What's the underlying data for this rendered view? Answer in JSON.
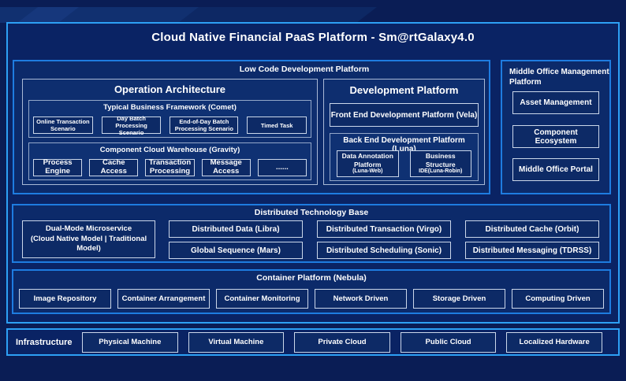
{
  "colors": {
    "background": "#0a1d55",
    "frame_border": "#2da0f5",
    "section_border": "#1e7ce0",
    "inner_border": "#a9b9d6",
    "leaf_border": "#cbd7ea",
    "panel_fill": "#0c2a6a",
    "text": "#ffffff"
  },
  "header": {
    "title": "Cloud Native Financial PaaS Platform - Sm@rtGalaxy4.0"
  },
  "low_code": {
    "title": "Low Code Development Platform",
    "operation_architecture": {
      "title": "Operation Architecture",
      "comet": {
        "title": "Typical Business Framework (Comet)",
        "items": [
          {
            "lines": [
              "Online Transaction",
              "Scenario"
            ]
          },
          {
            "lines": [
              "Day Batch Processing",
              "Scenario"
            ]
          },
          {
            "lines": [
              "End-of-Day Batch",
              "Processing Scenario"
            ]
          },
          {
            "lines": [
              "Timed Task"
            ]
          }
        ]
      },
      "gravity": {
        "title": "Component Cloud Warehouse (Gravity)",
        "items": [
          {
            "lines": [
              "Process",
              "Engine"
            ]
          },
          {
            "lines": [
              "Cache",
              "Access"
            ]
          },
          {
            "lines": [
              "Transaction",
              "Processing"
            ]
          },
          {
            "lines": [
              "Message",
              "Access"
            ]
          },
          {
            "lines": [
              "......"
            ]
          }
        ]
      }
    },
    "development_platform": {
      "title": "Development Platform",
      "front_end": {
        "label": "Front End Development Platform (Vela)"
      },
      "back_end": {
        "title": "Back End Development Platform (Luna)",
        "items": [
          {
            "lines": [
              "Data Annotation",
              "Platform"
            ],
            "sub": "(Luna-Web)"
          },
          {
            "lines": [
              "Business",
              "Structure"
            ],
            "sub": "IDE(Luna-Robin)"
          }
        ]
      }
    }
  },
  "middle_office": {
    "title_lines": [
      "Middle Office Management",
      "Platform"
    ],
    "items": [
      "Asset Management",
      "Component Ecosystem",
      "Middle Office Portal"
    ]
  },
  "distributed": {
    "title": "Distributed Technology Base",
    "dual_mode_lines": [
      "Dual-Mode Microservice",
      "(Cloud Native Model | Traditional",
      "Model)"
    ],
    "columns": [
      [
        "Distributed Data (Libra)",
        "Global Sequence (Mars)"
      ],
      [
        "Distributed Transaction (Virgo)",
        "Distributed Scheduling (Sonic)"
      ],
      [
        "Distributed Cache (Orbit)",
        "Distributed Messaging (TDRSS)"
      ]
    ]
  },
  "container_platform": {
    "title": "Container Platform (Nebula)",
    "items": [
      "Image Repository",
      "Container Arrangement",
      "Container Monitoring",
      "Network Driven",
      "Storage Driven",
      "Computing Driven"
    ]
  },
  "infrastructure": {
    "label": "Infrastructure",
    "items": [
      "Physical Machine",
      "Virtual Machine",
      "Private Cloud",
      "Public Cloud",
      "Localized Hardware"
    ]
  }
}
